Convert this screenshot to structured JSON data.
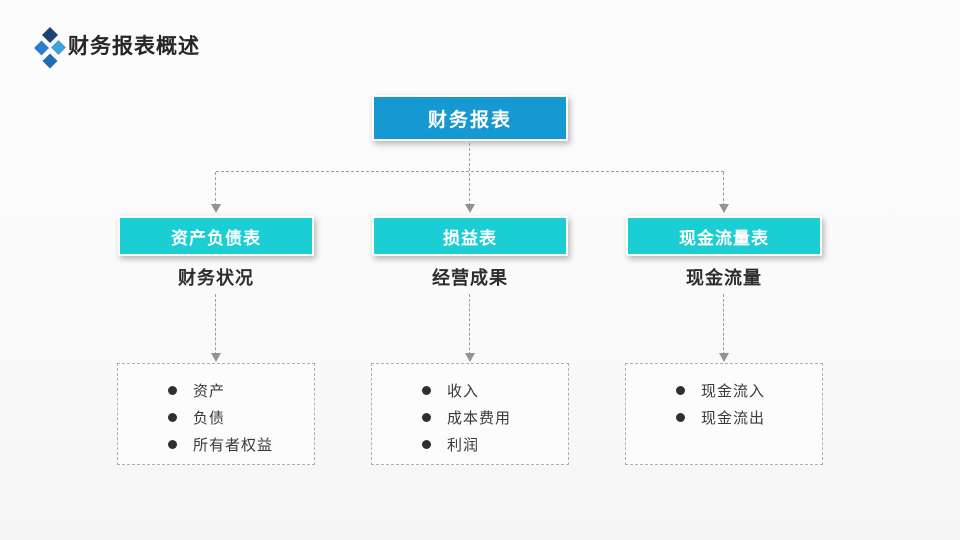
{
  "slide": {
    "title": "财务报表概述"
  },
  "chart": {
    "type": "org-chart",
    "root": {
      "label": "财务报表"
    },
    "branches": [
      {
        "box": "资产负债表",
        "caption": "财务状况",
        "items": [
          "资产",
          "负债",
          "所有者权益"
        ]
      },
      {
        "box": "损益表",
        "caption": "经营成果",
        "items": [
          "收入",
          "成本费用",
          "利润"
        ]
      },
      {
        "box": "现金流量表",
        "caption": "现金流量",
        "items": [
          "现金流入",
          "现金流出"
        ]
      }
    ]
  },
  "colors": {
    "root_box": "#1699d3",
    "branch_box": "#1bced3",
    "box_border": "#ffffff",
    "connector": "#9b9fa2",
    "detail_border": "#b0b0b0",
    "title_text": "#262626",
    "caption_text": "#2d2d2d",
    "item_text": "#3a3a3a",
    "logo_diamond_top": "#1c4472",
    "logo_diamond_left": "#2c7dcc",
    "logo_diamond_right": "#3fa3d8",
    "logo_diamond_bottom": "#1e6cb4"
  }
}
